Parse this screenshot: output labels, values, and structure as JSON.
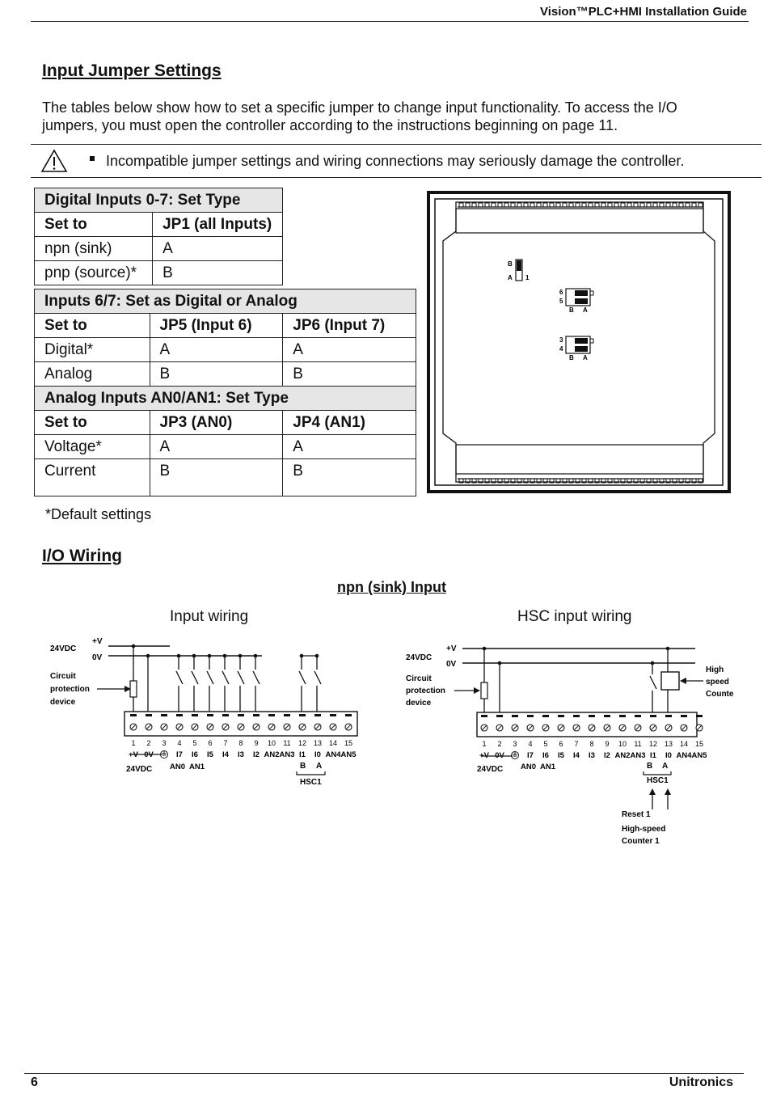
{
  "header": {
    "title": "Vision™PLC+HMI Installation Guide"
  },
  "jumper_section": {
    "heading": "Input Jumper Settings",
    "intro": [
      "The tables below show how to set a specific jumper to change input functionality. To access the I/O",
      "jumpers, you must open the controller according to the instructions beginning on page 11."
    ],
    "warning": "Incompatible jumper settings and wiring connections may seriously damage the controller.",
    "table_digital": {
      "title": "Digital Inputs 0-7: Set Type",
      "headers": [
        "Set to",
        "JP1 (all Inputs)"
      ],
      "rows": [
        [
          "npn (sink)",
          "A"
        ],
        [
          "pnp (source)*",
          "B"
        ]
      ]
    },
    "table_67": {
      "title": "Inputs 6/7: Set as Digital or Analog",
      "headers": [
        "Set to",
        "JP5 (Input 6)",
        "JP6 (Input 7)"
      ],
      "rows": [
        [
          "Digital*",
          "A",
          "A"
        ],
        [
          "Analog",
          "B",
          "B"
        ]
      ]
    },
    "table_an": {
      "title": "Analog Inputs AN0/AN1: Set Type",
      "headers": [
        "Set to",
        "JP3 (AN0)",
        "JP4 (AN1)"
      ],
      "rows": [
        [
          "Voltage*",
          "A",
          "A"
        ],
        [
          "Current",
          "B",
          "B"
        ]
      ]
    },
    "default_note": "*Default settings",
    "board_labels": {
      "b": "B",
      "a": "A",
      "one": "1",
      "n6": "6",
      "n5": "5",
      "n3": "3",
      "n4": "4"
    }
  },
  "wiring_section": {
    "heading": "I/O Wiring",
    "subheading": "npn (sink) Input",
    "left_caption": "Input wiring",
    "right_caption": "HSC input wiring",
    "labels": {
      "vdc": "24VDC",
      "plus_v": "+V",
      "zero_v": "0V",
      "circuit": "Circuit",
      "protection": "protection",
      "device": "device",
      "terminal_numbers": [
        "1",
        "2",
        "3",
        "4",
        "5",
        "6",
        "7",
        "8",
        "9",
        "10",
        "11",
        "12",
        "13",
        "14",
        "15"
      ],
      "terminal_names": [
        "+V",
        "0V",
        "",
        "I7",
        "I6",
        "I5",
        "I4",
        "I3",
        "I2",
        "AN2",
        "AN3",
        "I1",
        "I0",
        "AN4",
        "AN5"
      ],
      "an0": "AN0",
      "an1": "AN1",
      "b": "B",
      "a": "A",
      "hsc1": "HSC1",
      "high": "High",
      "speed": "speed",
      "counter": "Counter",
      "reset1": "Reset 1",
      "high_speed": "High-speed",
      "counter1": "Counter 1"
    }
  },
  "footer": {
    "page": "6",
    "brand": "Unitronics"
  }
}
